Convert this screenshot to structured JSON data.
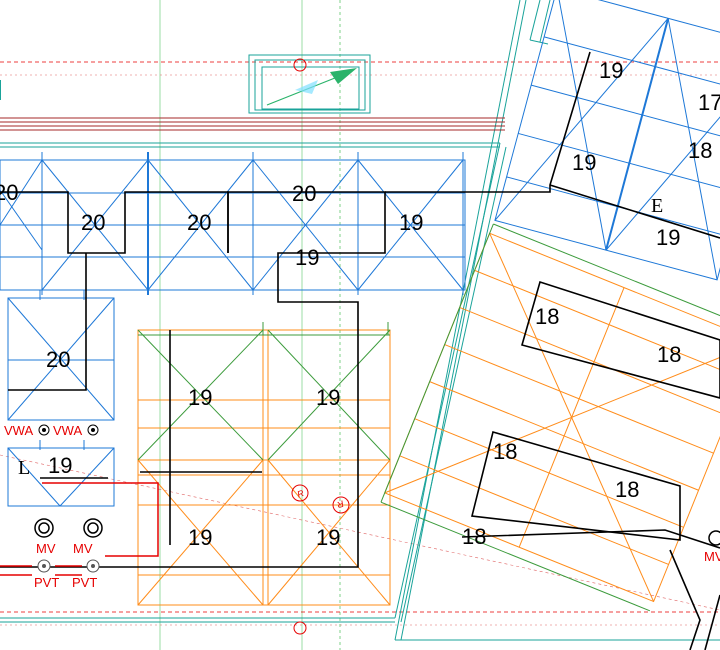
{
  "drawing": {
    "zones_top_row": [
      "20",
      "20",
      "20",
      "20",
      "19"
    ],
    "zone_left": "20",
    "zone_small": "19",
    "zones_center": [
      "19",
      "19",
      "19",
      "19",
      "19"
    ],
    "zones_top_right": [
      "19",
      "17",
      "18",
      "19",
      "19"
    ],
    "zones_right": [
      "18",
      "18",
      "18",
      "18",
      "18"
    ],
    "letters": [
      "L",
      "E"
    ],
    "equipment_labels": {
      "vwa_1": "VWA",
      "vwa_2": "VWA",
      "mv_1": "MV",
      "mv_2": "MV",
      "mv_3": "MV",
      "pvt_1": "PVT",
      "pvt_2": "PVT"
    },
    "callout_symbol": "R"
  },
  "colors": {
    "panel_blue": "#1e78d7",
    "panel_orange": "#ff8c1a",
    "panel_green": "#3c9b3c",
    "outline_black": "#000000",
    "annotation_red": "#e60000",
    "building_teal": "#1aa39a",
    "guide_green": "#7fd18a",
    "roof_edge_red": "#a52a2a"
  }
}
